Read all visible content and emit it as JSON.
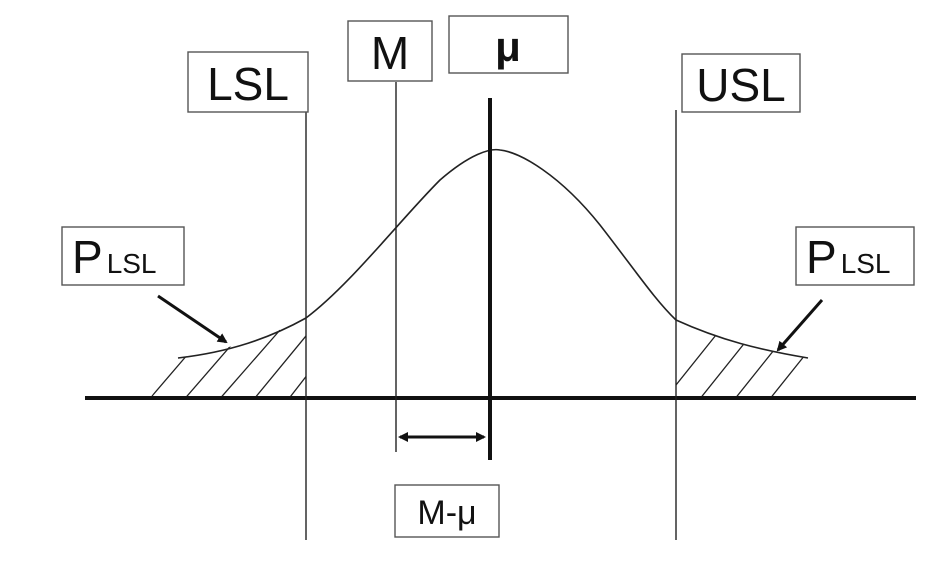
{
  "diagram": {
    "labels": {
      "lsl": "LSL",
      "usl": "USL",
      "m": "M",
      "mu": "μ",
      "m_minus_mu": "M-μ",
      "p_left_main": "P",
      "p_left_sub": "LSL",
      "p_right_main": "P",
      "p_right_sub": "LSL"
    }
  }
}
